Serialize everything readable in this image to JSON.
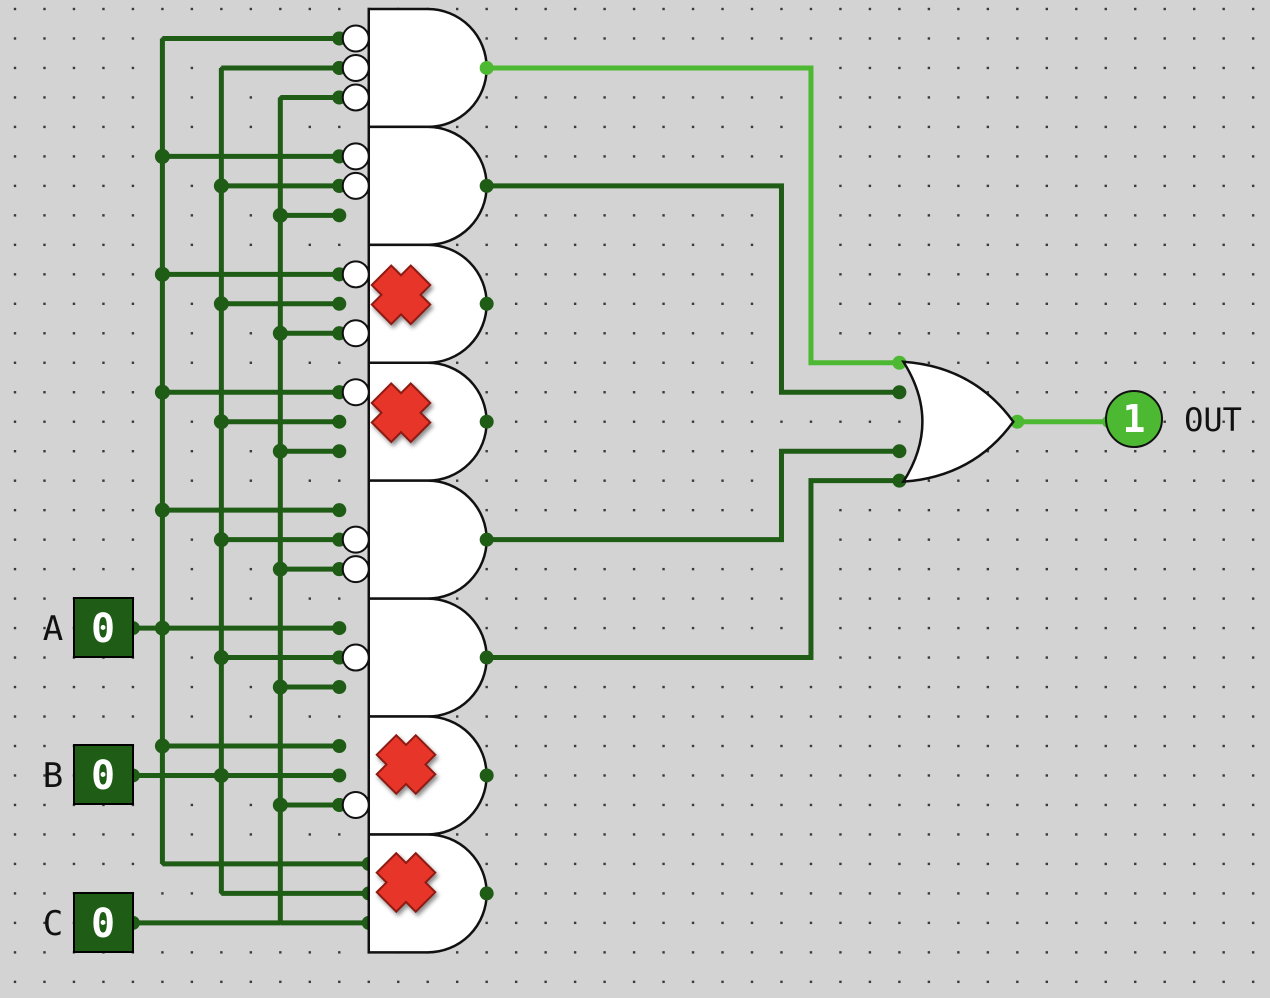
{
  "app": "Logic circuit simulator",
  "colors": {
    "background": "#d3d3d3",
    "grid_dot": "#3a3a3a",
    "wire_low": "#1f5c16",
    "wire_high": "#4db832",
    "gate_fill": "#ffffff",
    "gate_stroke": "#111111",
    "x_mark_fill": "#e8352a",
    "x_mark_stroke": "#8e1a12"
  },
  "inputs": [
    {
      "name": "A",
      "value": "0"
    },
    {
      "name": "B",
      "value": "0"
    },
    {
      "name": "C",
      "value": "0"
    }
  ],
  "and_gates": [
    {
      "id": 1,
      "inverted": [
        true,
        true,
        true
      ],
      "output_high": true,
      "crossed_out": false,
      "to_or": true
    },
    {
      "id": 2,
      "inverted": [
        true,
        true,
        false
      ],
      "output_high": false,
      "crossed_out": false,
      "to_or": true
    },
    {
      "id": 3,
      "inverted": [
        true,
        false,
        true
      ],
      "output_high": false,
      "crossed_out": true,
      "to_or": false
    },
    {
      "id": 4,
      "inverted": [
        true,
        false,
        false
      ],
      "output_high": false,
      "crossed_out": true,
      "to_or": false
    },
    {
      "id": 5,
      "inverted": [
        false,
        true,
        true
      ],
      "output_high": false,
      "crossed_out": false,
      "to_or": true
    },
    {
      "id": 6,
      "inverted": [
        false,
        true,
        false
      ],
      "output_high": false,
      "crossed_out": false,
      "to_or": true
    },
    {
      "id": 7,
      "inverted": [
        false,
        false,
        true
      ],
      "output_high": false,
      "crossed_out": true,
      "to_or": false
    },
    {
      "id": 8,
      "inverted": [
        false,
        false,
        false
      ],
      "output_high": false,
      "crossed_out": true,
      "to_or": false
    }
  ],
  "or_gate": {
    "inputs_from": [
      1,
      2,
      5,
      6
    ],
    "output_high": true
  },
  "output": {
    "name": "OUT",
    "value": "1"
  }
}
